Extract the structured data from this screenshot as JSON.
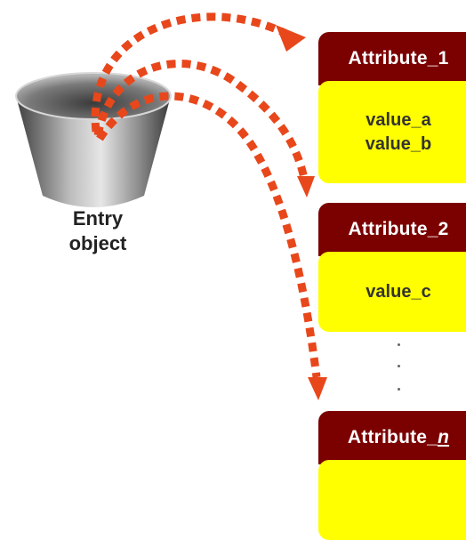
{
  "colors": {
    "header_bg": "#7b0000",
    "body_bg": "#ffff00",
    "arrow": "#e8471b",
    "bucket": "#8a8a8a"
  },
  "entry": {
    "line1": "Entry",
    "line2": "object"
  },
  "attributes": [
    {
      "name": "Attribute_1",
      "values": [
        "value_a",
        "value_b"
      ]
    },
    {
      "name": "Attribute_2",
      "values": [
        "value_c"
      ]
    },
    {
      "name_prefix": "Attribute_",
      "name_suffix": "n",
      "values": []
    }
  ],
  "ellipsis_icon": "vertical-ellipsis-icon"
}
